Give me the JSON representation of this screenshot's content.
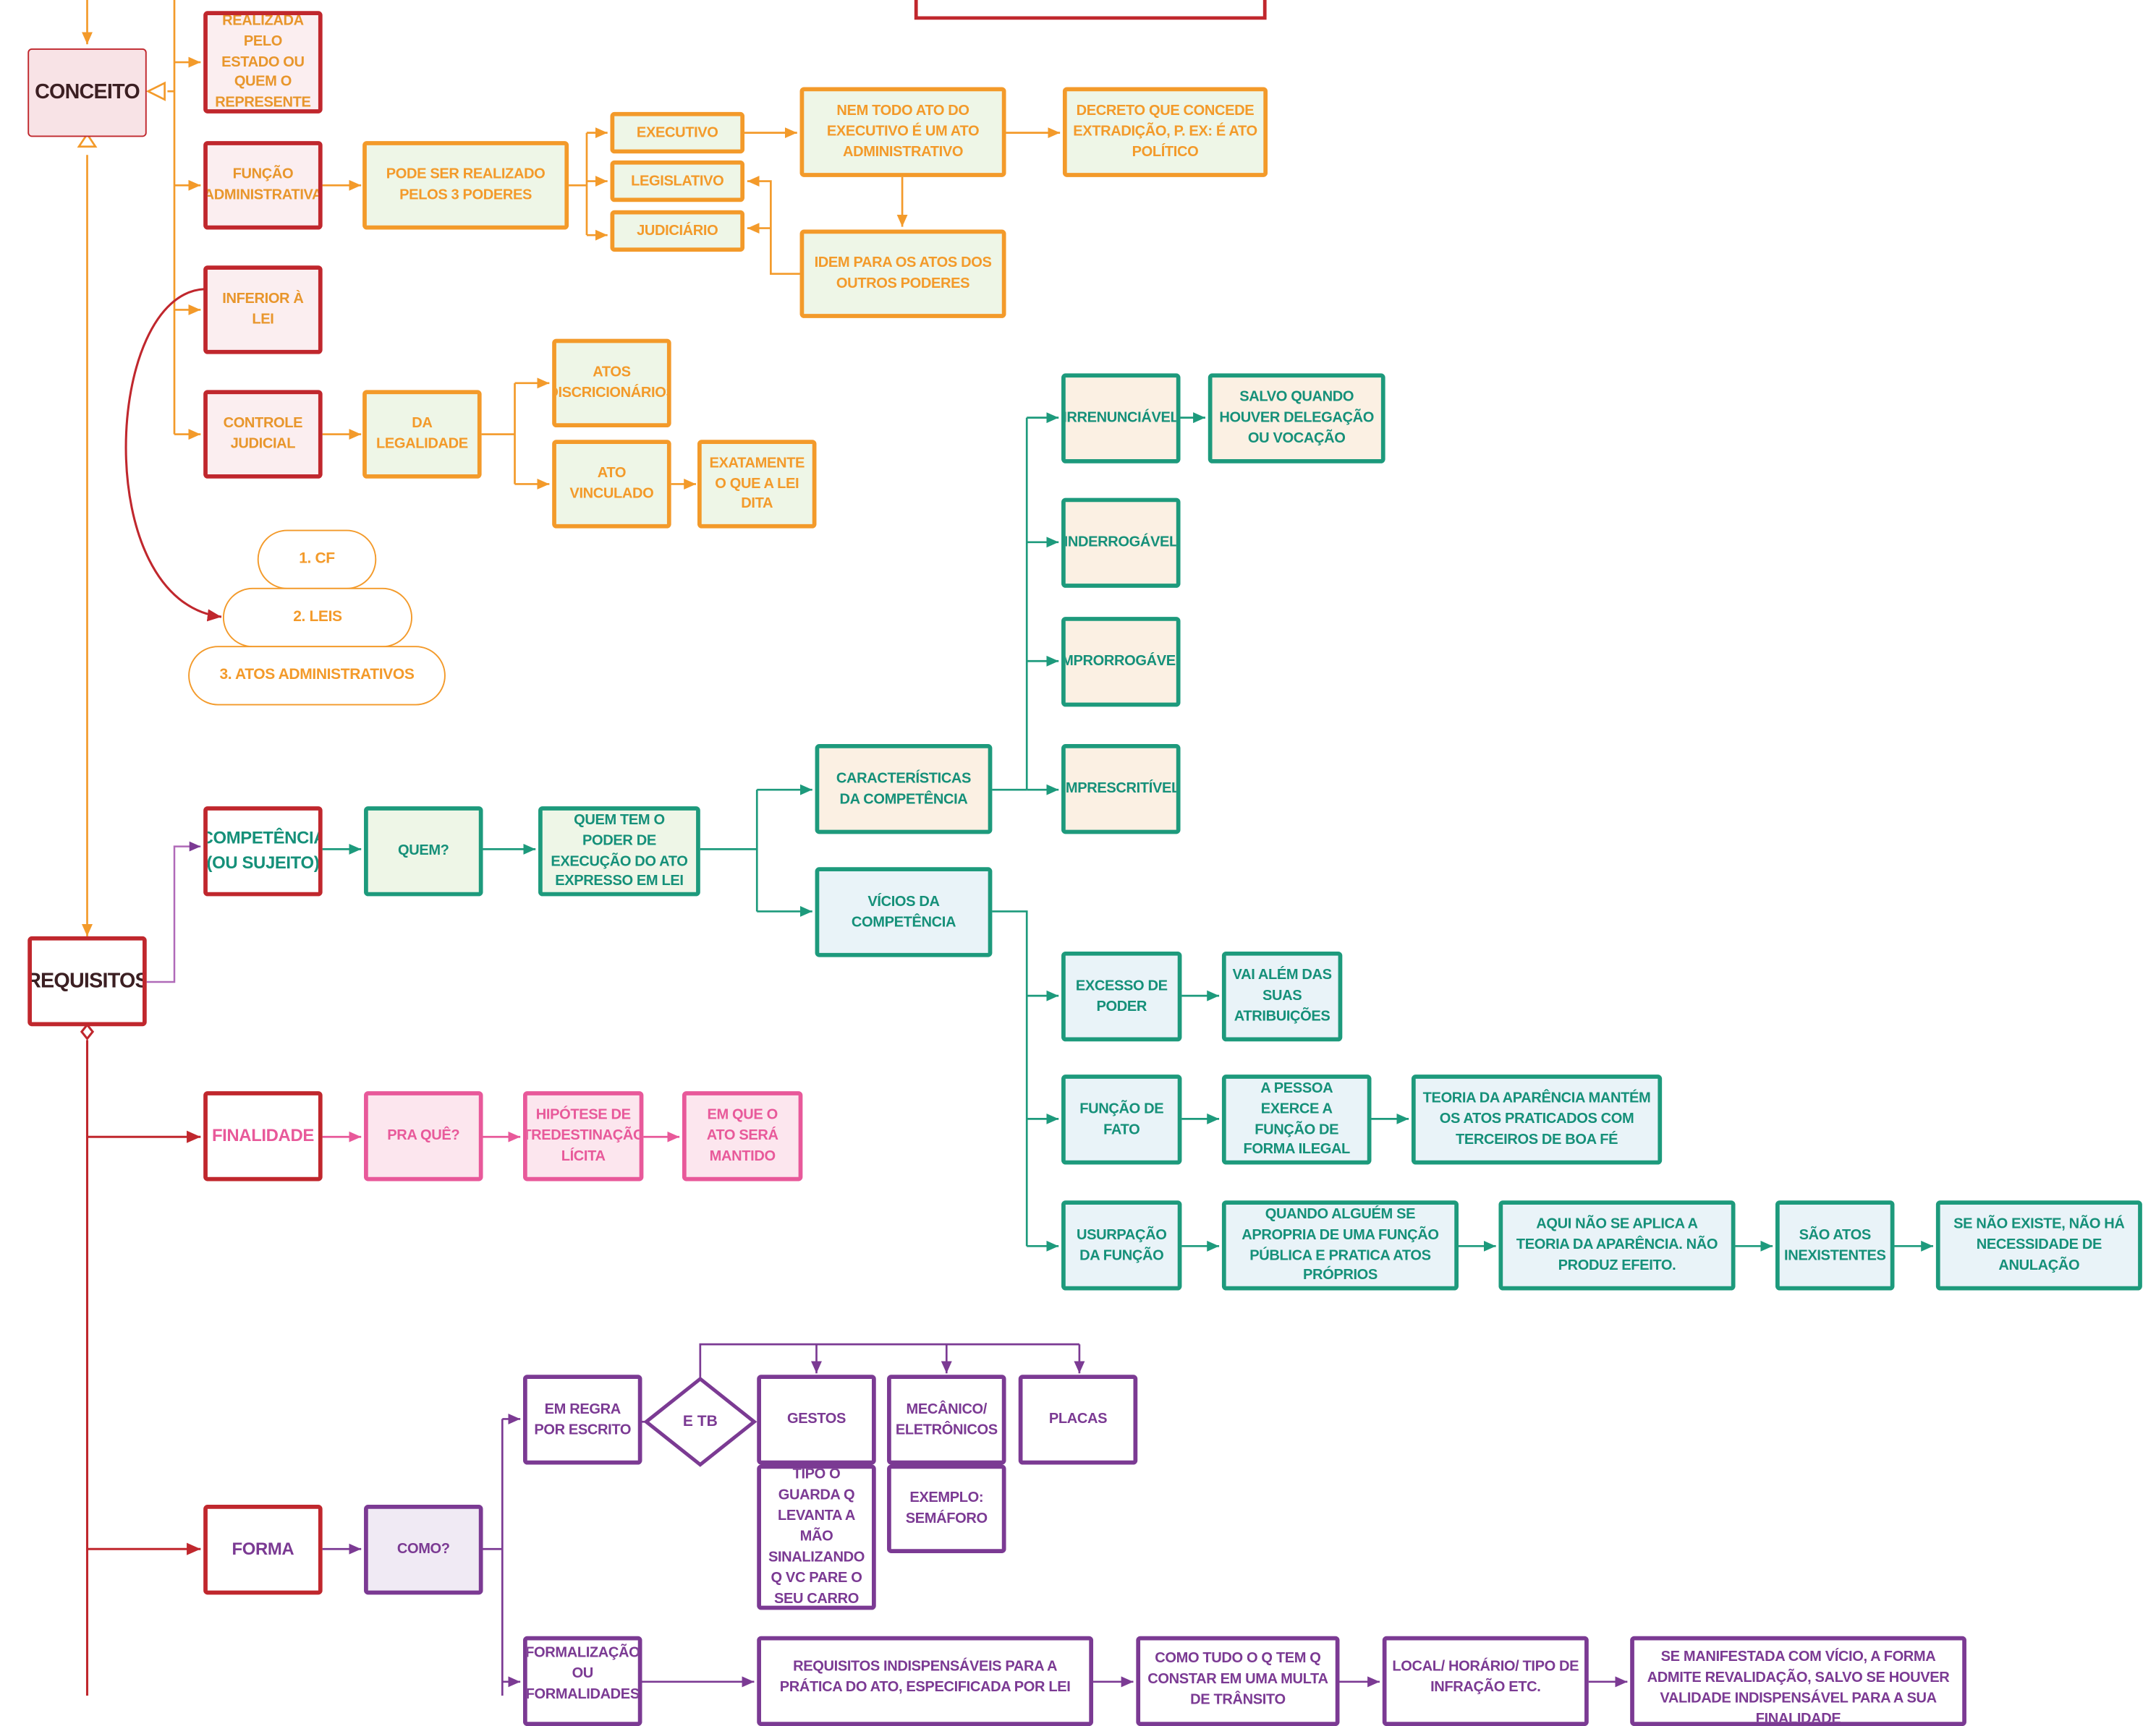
{
  "colors": {
    "orange": "#f39a2a",
    "red": "#c0272d",
    "teal": "#1d9a7c",
    "pink": "#e8599a",
    "purple": "#7b3a93"
  },
  "conceito": {
    "title": "CONCEITO",
    "realizada": "REALIZADA PELO ESTADO OU QUEM O REPRESENTE",
    "funcao_adm": "FUNÇÃO ADMINISTRATIVA",
    "poderes": "PODE SER REALIZADO PELOS 3 PODERES",
    "executivo": "EXECUTIVO",
    "legislativo": "LEGISLATIVO",
    "judiciario": "JUDICIÁRIO",
    "nem_todo": "NEM TODO ATO DO EXECUTIVO É UM ATO ADMINISTRATIVO",
    "decreto": "DECRETO QUE CONCEDE EXTRADIÇÃO, P. EX: É ATO POLÍTICO",
    "idem": "IDEM PARA OS ATOS DOS OUTROS PODERES",
    "inferior": "INFERIOR À LEI",
    "controle": "CONTROLE JUDICIAL",
    "legalidade": "DA LEGALIDADE",
    "discricionarios": "ATOS DISCRICIONÁRIOS",
    "vinculado": "ATO VINCULADO",
    "exatamente": "EXATAMENTE O QUE A LEI DITA",
    "hierarquia": [
      "1.   CF",
      "2.    LEIS",
      "3. ATOS ADMINISTRATIVOS"
    ]
  },
  "requisitos": {
    "title": "REQUISITOS",
    "competencia": {
      "label": "COMPETÊNCIA (OU SUJEITO)",
      "quem": "QUEM?",
      "poder": "QUEM TEM O PODER DE EXECUÇÃO DO ATO EXPRESSO EM LEI",
      "caracteristicas": "CARACTERÍSTICAS DA COMPETÊNCIA",
      "irrenunciavel": "IRRENUNCIÁVEL",
      "salvo": "SALVO QUANDO HOUVER DELEGAÇÃO  OU VOCAÇÃO",
      "inderrogavel": "INDERROGÁVEL",
      "improrrogavel": "IMPRORROGÁVEL",
      "imprescritivel": "IMPRESCRITÍVEL",
      "vicios": "VÍCIOS DA COMPETÊNCIA",
      "excesso": "EXCESSO DE PODER",
      "vai_alem": "VAI ALÉM DAS SUAS ATRIBUIÇÕES",
      "funcao_fato": "FUNÇÃO DE FATO",
      "pessoa": "A PESSOA EXERCE A FUNÇÃO DE FORMA ILEGAL",
      "teoria": "TEORIA DA APARÊNCIA MANTÉM OS ATOS PRATICADOS COM TERCEIROS DE BOA FÉ",
      "usurpacao": "USURPAÇÃO DA FUNÇÃO",
      "quando": "QUANDO ALGUÉM SE APROPRIA DE UMA FUNÇÃO PÚBLICA E PRATICA ATOS PRÓPRIOS",
      "aqui_nao": "AQUI NÃO SE APLICA A TEORIA DA APARÊNCIA. NÃO PRODUZ EFEITO.",
      "inexistentes": "SÃO ATOS INEXISTENTES",
      "se_nao": "SE NÃO EXISTE, NÃO HÁ NECESSIDADE DE ANULAÇÃO"
    },
    "finalidade": {
      "label": "FINALIDADE",
      "pra_que": "PRA QUÊ?",
      "hipotese": "HIPÓTESE DE TREDESTINAÇÃO LÍCITA",
      "mantido": "EM QUE O ATO SERÁ MANTIDO"
    },
    "forma": {
      "label": "FORMA",
      "como": "COMO?",
      "escrito": "EM REGRA POR ESCRITO",
      "etb": "E TB",
      "gestos": "GESTOS",
      "mecanico": "MECÂNICO/ ELETRÔNICOS",
      "placas": "PLACAS",
      "guarda": "TIPO O GUARDA Q LEVANTA A MÃO SINALIZANDO Q VC PARE O SEU CARRO",
      "exemplo": "EXEMPLO: SEMÁFORO",
      "formalizacao": "FORMALIZAÇÃO OU FORMALIDADES",
      "indispensaveis": "REQUISITOS INDISPENSÁVEIS PARA A PRÁTICA DO ATO, ESPECIFICADA POR LEI",
      "como_tudo": "COMO TUDO O Q TEM Q CONSTAR EM UMA MULTA DE TRÂNSITO",
      "local": "LOCAL/ HORÁRIO/ TIPO DE INFRAÇÃO ETC.",
      "vicio": "SE MANIFESTADA COM VÍCIO, A FORMA  ADMITE REVALIDAÇÃO, SALVO SE HOUVER VALIDADE INDISPENSÁVEL PARA A SUA FINALIDADE"
    }
  }
}
